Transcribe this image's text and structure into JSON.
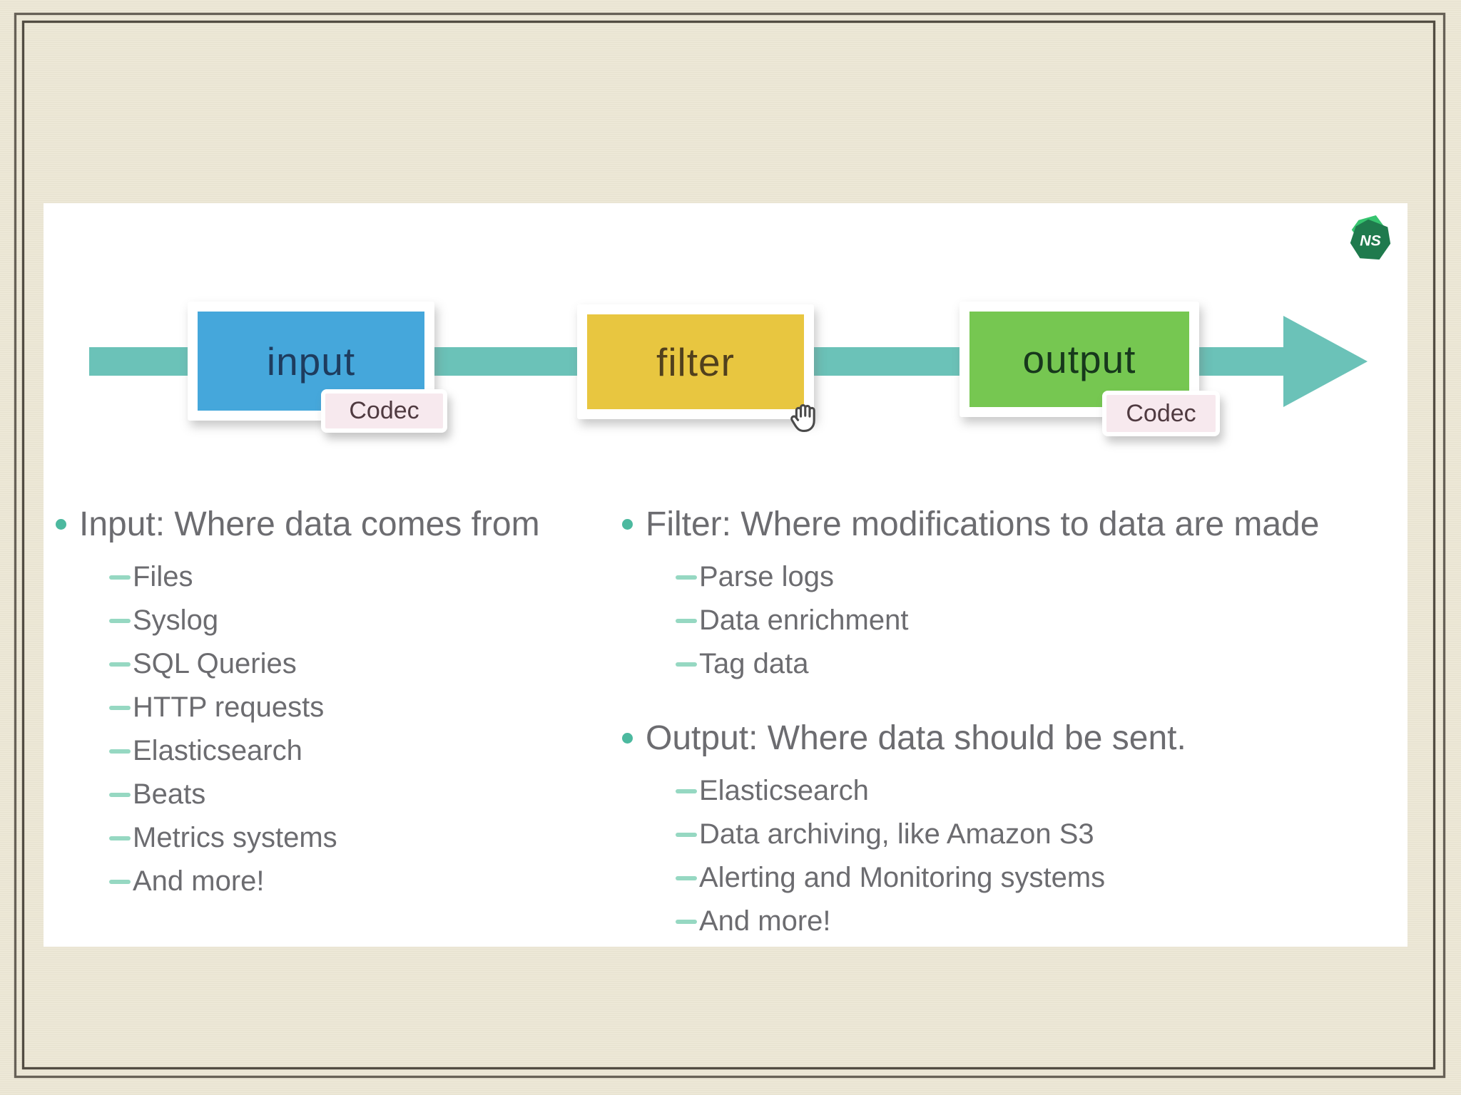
{
  "colors": {
    "page-bg": "#EDE8D7",
    "frame-line": "#4A443B",
    "slide-bg": "#FFFFFF",
    "arrow": "#6BC2B8",
    "input-fill": "#45A7DB",
    "input-text": "#1E3C5E",
    "filter-fill": "#E8C640",
    "filter-text": "#51401D",
    "output-fill": "#76C751",
    "output-text": "#17381C",
    "codec-bg": "#F7E9EE",
    "codec-text": "#4F3A40",
    "text": "#6C6C70",
    "dot": "#4CB99F",
    "dash": "#96D8C2",
    "logo-dark": "#1F7A4D",
    "logo-light": "#36C46F"
  },
  "slide": {
    "logo": {
      "text": "NS"
    },
    "pipeline": {
      "nodes": [
        {
          "label": "input"
        },
        {
          "label": "filter"
        },
        {
          "label": "output"
        }
      ],
      "codecs": [
        {
          "label": "Codec"
        },
        {
          "label": "Codec"
        }
      ]
    },
    "sections": {
      "input": {
        "title": "Input: Where data comes from",
        "items": [
          "Files",
          "Syslog",
          "SQL Queries",
          "HTTP requests",
          "Elasticsearch",
          "Beats",
          "Metrics systems",
          "And more!"
        ]
      },
      "filter": {
        "title": "Filter: Where modifications to data are made",
        "items": [
          "Parse logs",
          "Data enrichment",
          "Tag data"
        ]
      },
      "output": {
        "title": "Output: Where data should be sent.",
        "items": [
          "Elasticsearch",
          "Data archiving, like Amazon S3",
          "Alerting and Monitoring systems",
          "And more!"
        ]
      }
    }
  }
}
